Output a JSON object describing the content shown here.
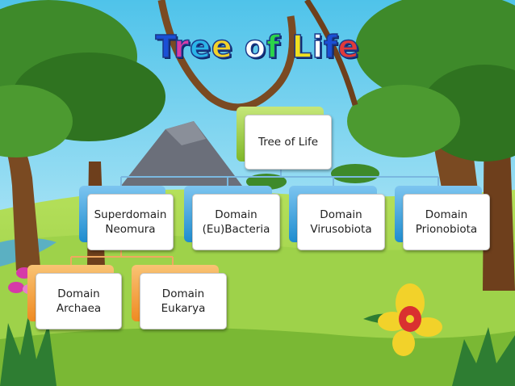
{
  "title": {
    "text": "Tree of Life",
    "letter_colors": [
      "#1a4fd6",
      "#d63aa8",
      "#2bb5e8",
      "#f2d22a",
      "#ffffff",
      "#2bd44a",
      "#f0e020",
      "#ffffff",
      "#1a4fd6",
      "#e23a3a",
      "#f0e020",
      "#f08a20"
    ]
  },
  "diagram": {
    "root": {
      "label": "Tree of Life"
    },
    "level1": [
      {
        "label": "Superdomain\nNeomura"
      },
      {
        "label": "Domain\n(Eu)Bacteria"
      },
      {
        "label": "Domain\nVirusobiota"
      },
      {
        "label": "Domain\nPrionobiota"
      }
    ],
    "level2": [
      {
        "label": "Domain\nArchaea"
      },
      {
        "label": "Domain\nEukarya"
      }
    ]
  },
  "colors": {
    "root_accent": "#8cc63f",
    "level1_accent": "#1e90d6",
    "level2_accent": "#f08c2a",
    "connector_blue": "#7ab8e0",
    "connector_orange": "#f0a860"
  }
}
